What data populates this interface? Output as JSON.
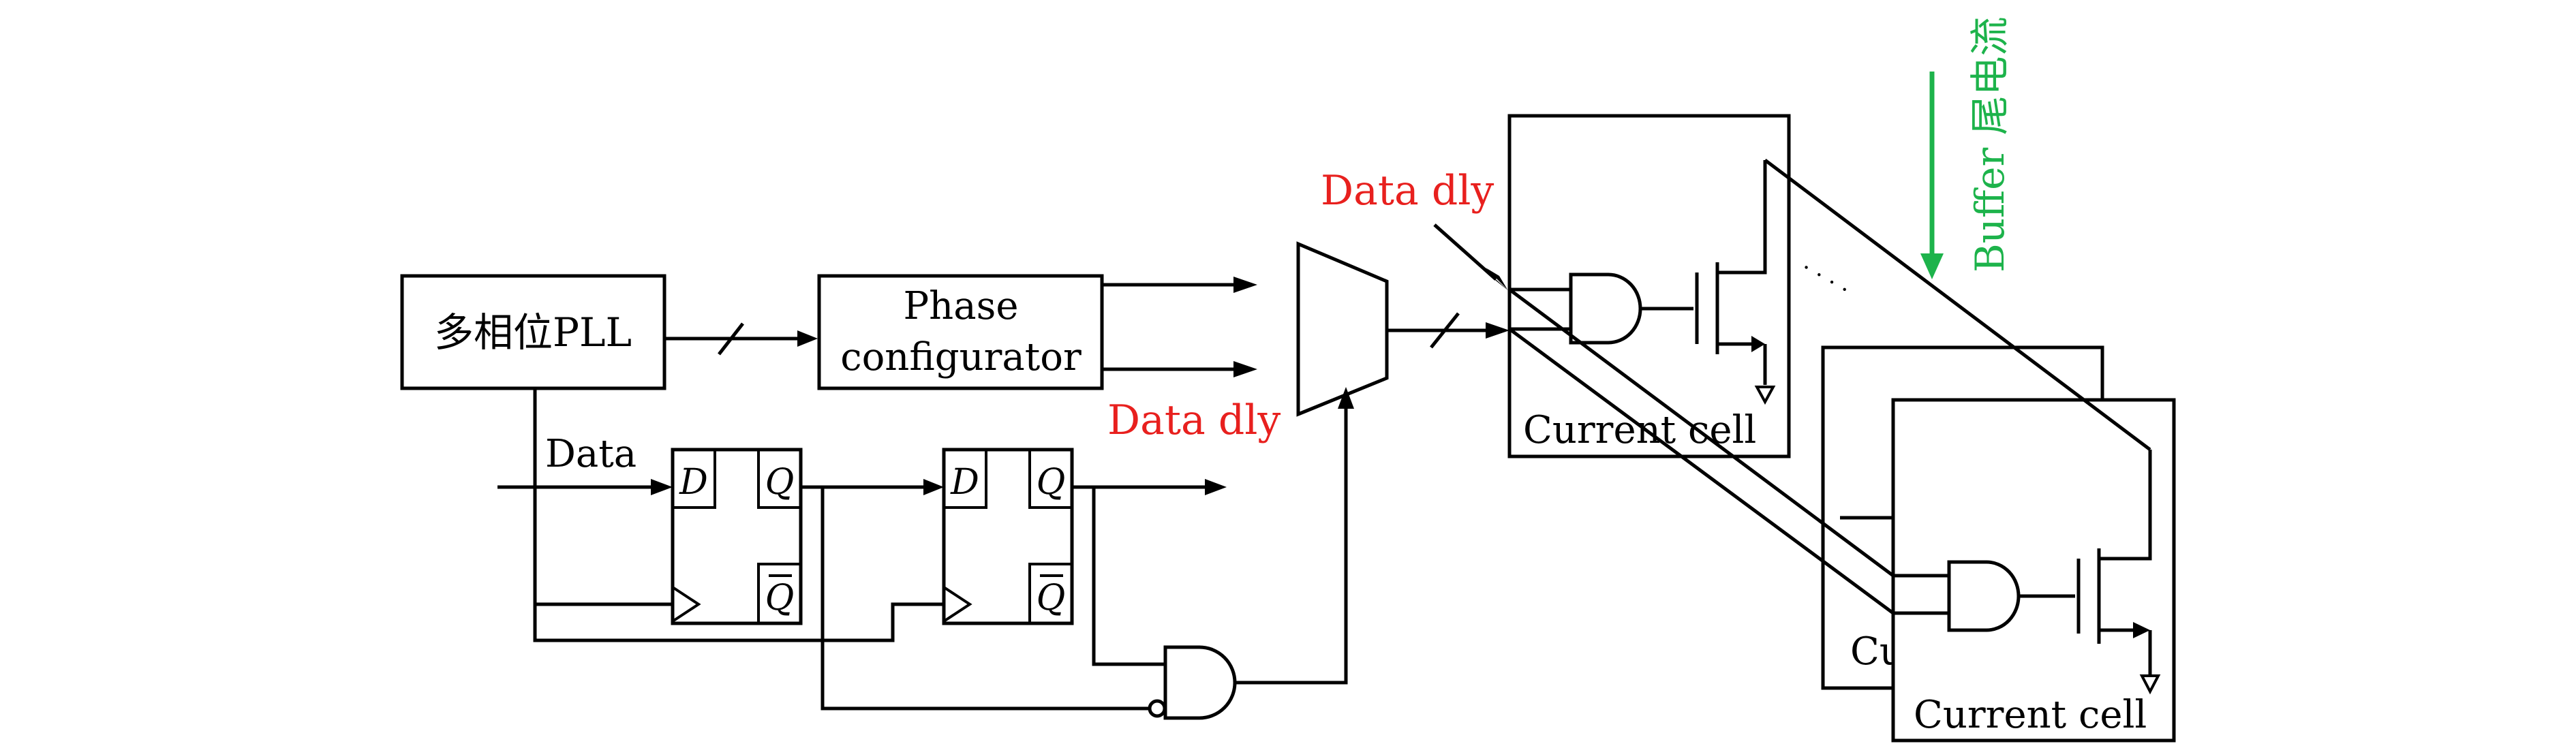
{
  "labels": {
    "pll": "多相位PLL",
    "phase_config_line1": "Phase",
    "phase_config_line2": "configurator",
    "data_input": "Data",
    "ff_d": "D",
    "ff_q": "Q",
    "ff_qbar": "Q",
    "data_dly_top": "Data dly",
    "data_dly_bottom": "Data dly",
    "current_cell_front": "Current cell",
    "current_cell_back": "Current cell",
    "current_cell_partial": "Cu",
    "buffer_tail_current": "Buffer 尾电流",
    "dots": "· · · ·"
  },
  "colors": {
    "data_dly": "#e8201e",
    "buffer_arrow": "#1db34b",
    "line": "#000000"
  }
}
